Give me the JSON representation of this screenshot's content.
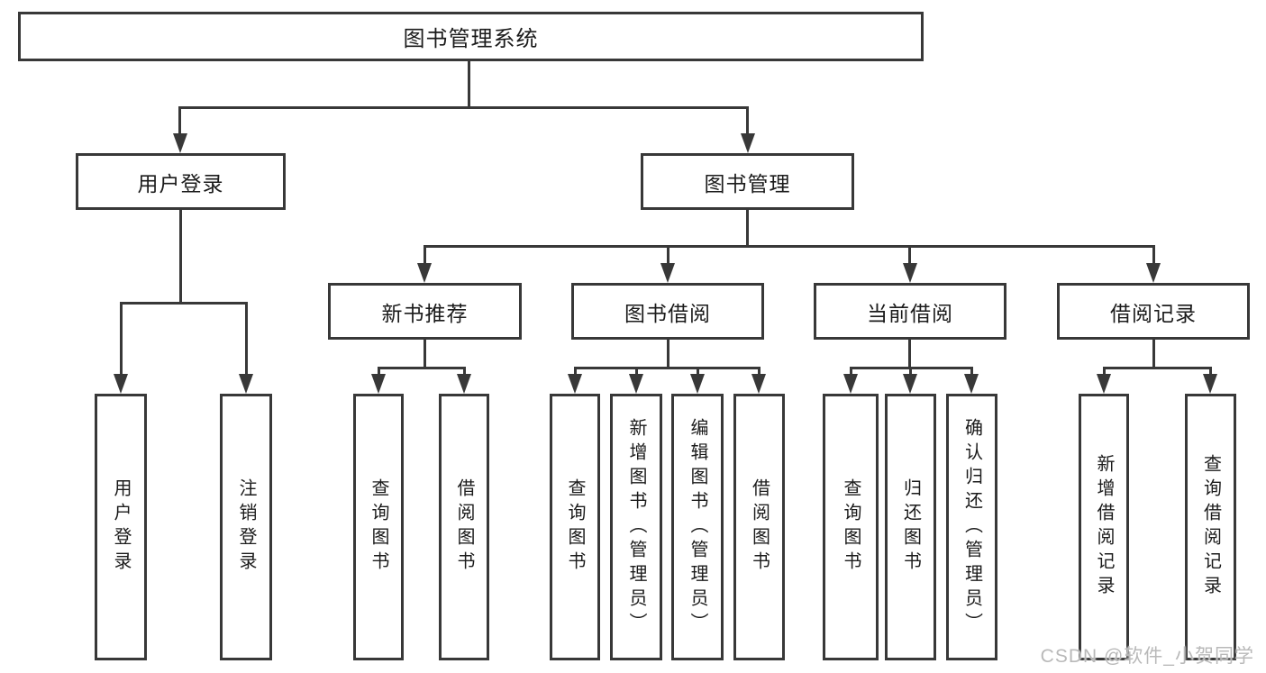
{
  "diagram": {
    "root": {
      "label": "图书管理系统",
      "children": [
        {
          "label": "用户登录",
          "children": [
            {
              "label": "用户登录"
            },
            {
              "label": "注销登录"
            }
          ]
        },
        {
          "label": "图书管理",
          "children": [
            {
              "label": "新书推荐",
              "children": [
                {
                  "label": "查询图书"
                },
                {
                  "label": "借阅图书"
                }
              ]
            },
            {
              "label": "图书借阅",
              "children": [
                {
                  "label": "查询图书"
                },
                {
                  "label": "新增图书（管理员）"
                },
                {
                  "label": "编辑图书（管理员）"
                },
                {
                  "label": "借阅图书"
                }
              ]
            },
            {
              "label": "当前借阅",
              "children": [
                {
                  "label": "查询图书"
                },
                {
                  "label": "归还图书"
                },
                {
                  "label": "确认归还（管理员）"
                }
              ]
            },
            {
              "label": "借阅记录",
              "children": [
                {
                  "label": "新增借阅记录"
                },
                {
                  "label": "查询借阅记录"
                }
              ]
            }
          ]
        }
      ]
    }
  },
  "watermark": {
    "text": "CSDN @软件_小贺同学"
  },
  "colors": {
    "line": "#383838",
    "text": "#1b1b1b",
    "watermark": "#b9b9b9",
    "background": "#ffffff"
  }
}
